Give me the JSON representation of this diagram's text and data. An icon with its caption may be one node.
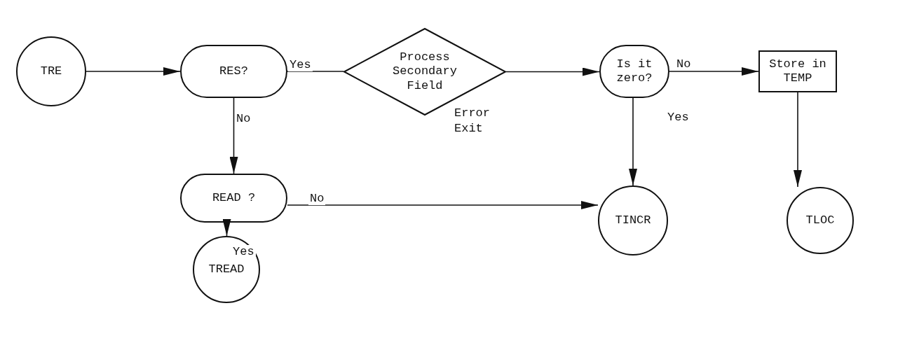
{
  "diagram": {
    "nodes": [
      {
        "text": [
          "TRE"
        ]
      },
      {
        "text": [
          "RES?"
        ]
      },
      {
        "text": [
          "Process Secondary Field"
        ],
        "beside": [
          "Error Exit"
        ]
      },
      {
        "text": [
          "Is it zero?"
        ]
      },
      {
        "text": [
          "Store in TEMP"
        ]
      },
      {
        "text": [
          "READ ?"
        ]
      },
      {
        "text": [
          "TINCR"
        ]
      },
      {
        "text": [
          "TLOC"
        ]
      },
      {
        "text": [
          "TREAD"
        ]
      }
    ],
    "edges": [
      {
        "from": 0,
        "to": 1,
        "arrow": "to"
      },
      {
        "from": 1,
        "to": 2,
        "arrow": "none",
        "label": "Yes"
      },
      {
        "from": 2,
        "to": 3,
        "arrow": "to"
      },
      {
        "from": 3,
        "to": 4,
        "arrow": "to",
        "label": "No"
      },
      {
        "from": 1,
        "to": 5,
        "arrow": "to",
        "label": "No"
      },
      {
        "from": 3,
        "to": 6,
        "arrow": "to",
        "label": "Yes"
      },
      {
        "from": 4,
        "to": 7,
        "arrow": "to"
      },
      {
        "from": 5,
        "to": 6,
        "arrow": "to",
        "label": "No"
      },
      {
        "from": 5,
        "to": 8,
        "arrow": "to",
        "label": "Yes"
      }
    ]
  }
}
